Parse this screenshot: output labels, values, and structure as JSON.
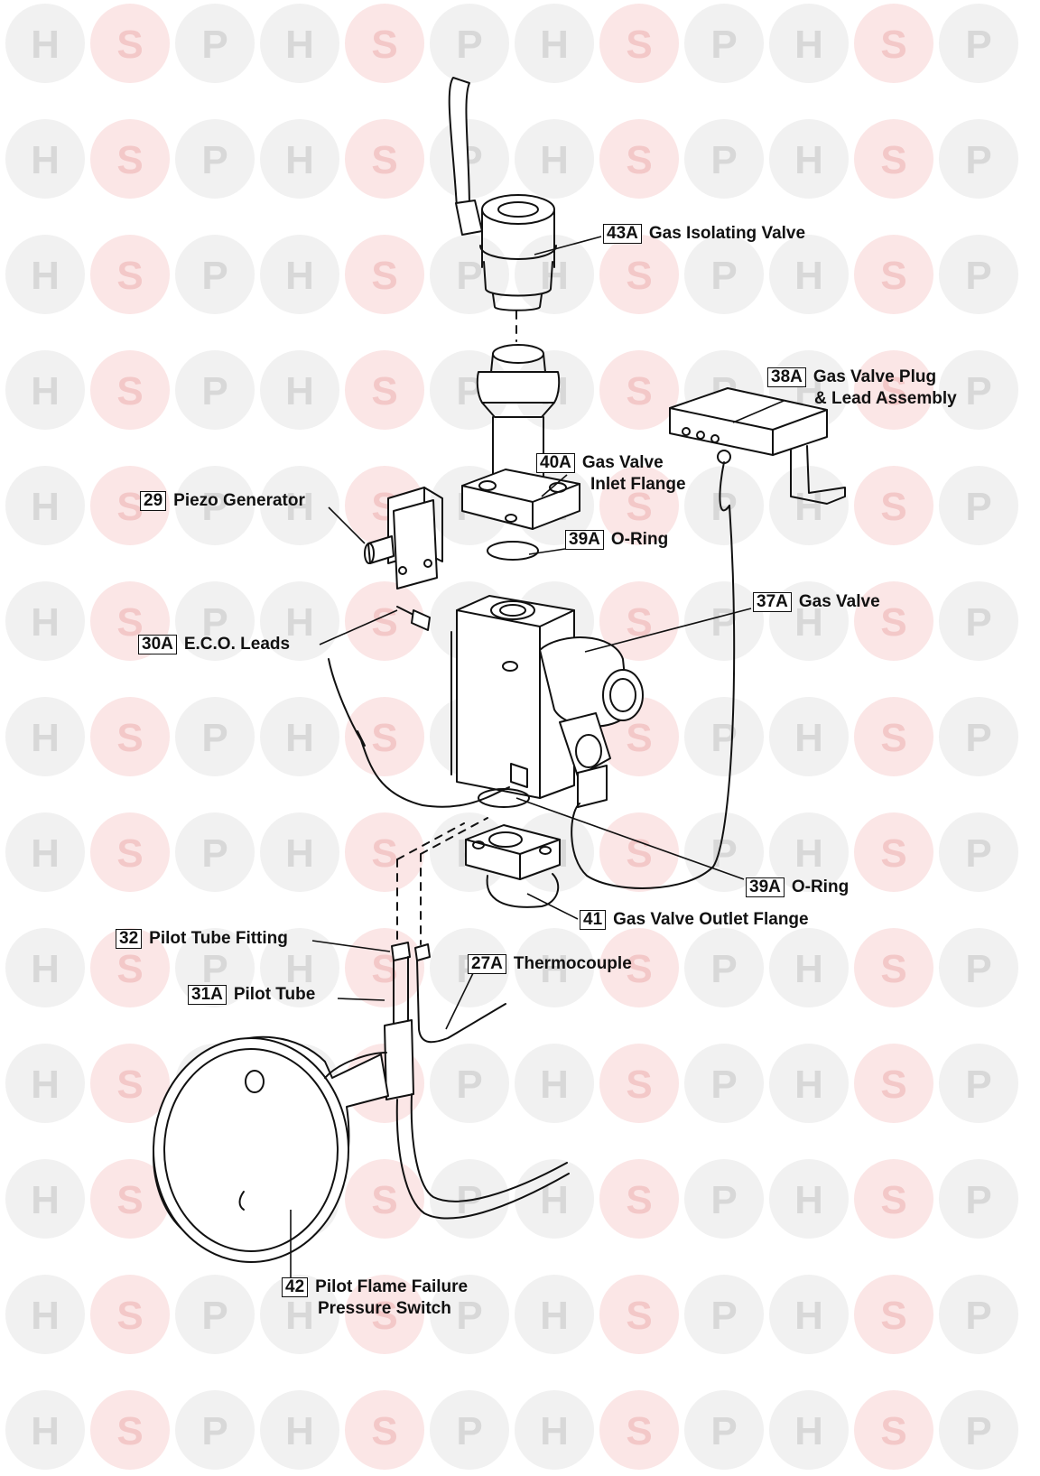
{
  "watermark": {
    "letters": [
      "H",
      "S",
      "P"
    ]
  },
  "parts": [
    {
      "id": "p43a",
      "number": "43A",
      "name": "Gas Isolating Valve"
    },
    {
      "id": "p38a",
      "number": "38A",
      "name": "Gas Valve Plug",
      "name2": "& Lead Assembly"
    },
    {
      "id": "p40a",
      "number": "40A",
      "name": "Gas Valve",
      "name2": "Inlet Flange"
    },
    {
      "id": "p29",
      "number": "29",
      "name": "Piezo Generator"
    },
    {
      "id": "p39a1",
      "number": "39A",
      "name": "O-Ring"
    },
    {
      "id": "p37a",
      "number": "37A",
      "name": "Gas Valve"
    },
    {
      "id": "p30a",
      "number": "30A",
      "name": "E.C.O. Leads"
    },
    {
      "id": "p39a2",
      "number": "39A",
      "name": "O-Ring"
    },
    {
      "id": "p41",
      "number": "41",
      "name": "Gas Valve Outlet Flange"
    },
    {
      "id": "p32",
      "number": "32",
      "name": "Pilot Tube Fitting"
    },
    {
      "id": "p27a",
      "number": "27A",
      "name": "Thermocouple"
    },
    {
      "id": "p31a",
      "number": "31A",
      "name": "Pilot Tube"
    },
    {
      "id": "p42",
      "number": "42",
      "name": "Pilot Flame Failure",
      "name2": "Pressure Switch"
    }
  ],
  "colors": {
    "ink": "#111111",
    "watermark_grey": "#d8d8d8",
    "watermark_pink": "#f3c8c8"
  }
}
